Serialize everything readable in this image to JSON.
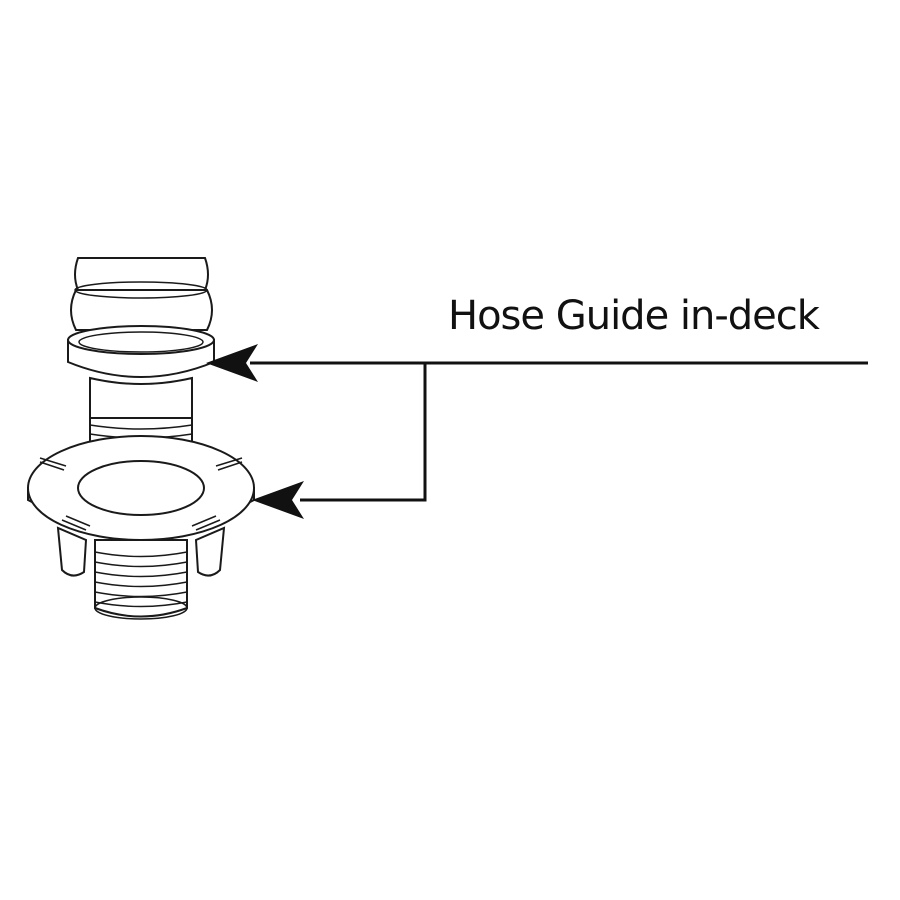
{
  "diagram": {
    "callout": {
      "label": "Hose Guide in-deck",
      "targets": [
        "hose-guide-collar",
        "hose-guide-deck-flange"
      ]
    },
    "part": "hose-guide",
    "line_color": "#111111",
    "background": "#ffffff"
  }
}
